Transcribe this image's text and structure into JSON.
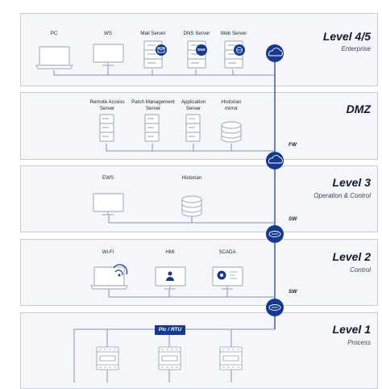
{
  "colors": {
    "accent": "#16398f",
    "line": "#8193b9",
    "device": "#a9b4c8",
    "band_bg": "#f4f6f9"
  },
  "levels": [
    {
      "title": "Level 4/5",
      "subtitle": "Enterprise",
      "devices": [
        "PC",
        "WS",
        "Mail Server",
        "DNS Server",
        "Web Server"
      ]
    },
    {
      "title": "DMZ",
      "subtitle": "",
      "devices": [
        "Remote Access Server",
        "Patch Management Server",
        "Application Server",
        "Historian mirror"
      ]
    },
    {
      "title": "Level 3",
      "subtitle": "Operation & Control",
      "devices": [
        "EWS",
        "Historian"
      ]
    },
    {
      "title": "Level 2",
      "subtitle": "Control",
      "devices": [
        "Wi-Fi",
        "HMI",
        "SCADA"
      ]
    },
    {
      "title": "Level 1",
      "subtitle": "Process",
      "devices": []
    }
  ],
  "server_badges": {
    "dns": "DNS"
  },
  "links": [
    "FW",
    "SW",
    "SW"
  ],
  "bus_badge": "Plc / RTU",
  "icons": [
    "laptop-icon",
    "monitor-icon",
    "server-icon",
    "mail-icon",
    "firewall-icon",
    "switch-icon",
    "database-icon",
    "wifi-icon",
    "user-icon",
    "gauge-icon",
    "plc-icon"
  ]
}
